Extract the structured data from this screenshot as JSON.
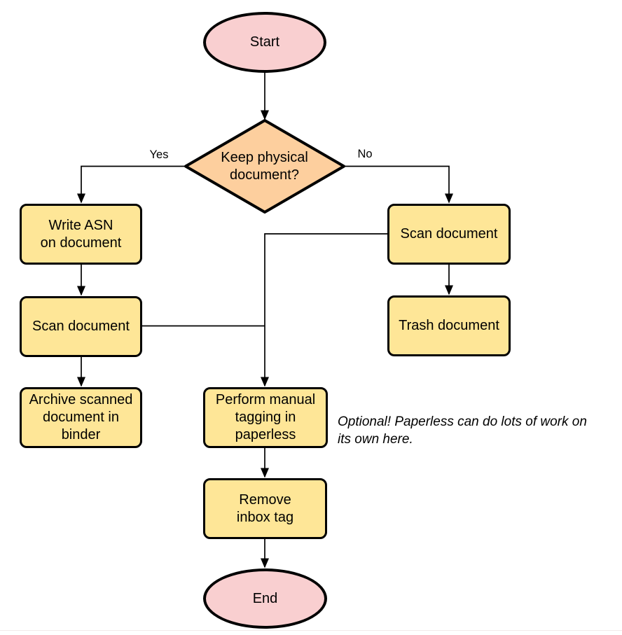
{
  "diagram": {
    "type": "flowchart",
    "nodes": {
      "start": {
        "label": "Start",
        "fill": "#f9cfd0"
      },
      "decision": {
        "label": "Keep physical\ndocument?",
        "fill": "#fdcf9e"
      },
      "write_asn": {
        "label": "Write ASN\non document",
        "fill": "#fee697"
      },
      "scan_left": {
        "label": "Scan document",
        "fill": "#fee697"
      },
      "archive": {
        "label": "Archive scanned\ndocument in\nbinder",
        "fill": "#fee697"
      },
      "scan_right": {
        "label": "Scan document",
        "fill": "#fee697"
      },
      "trash": {
        "label": "Trash document",
        "fill": "#fee697"
      },
      "tagging": {
        "label": "Perform manual\ntagging in\npaperless",
        "fill": "#fee697"
      },
      "remove_inbox": {
        "label": "Remove\ninbox tag",
        "fill": "#fee697"
      },
      "end": {
        "label": "End",
        "fill": "#f9cfd0"
      }
    },
    "edge_labels": {
      "yes": "Yes",
      "no": "No"
    },
    "annotation": "Optional! Paperless can do lots of work on\nits own here.",
    "colors": {
      "shape_stroke": "#000000",
      "line": "#000000",
      "text": "#000000",
      "pink": "#f9cfd0",
      "orange": "#fdcf9e",
      "yellow": "#fee697",
      "background": "#ffffff"
    }
  }
}
